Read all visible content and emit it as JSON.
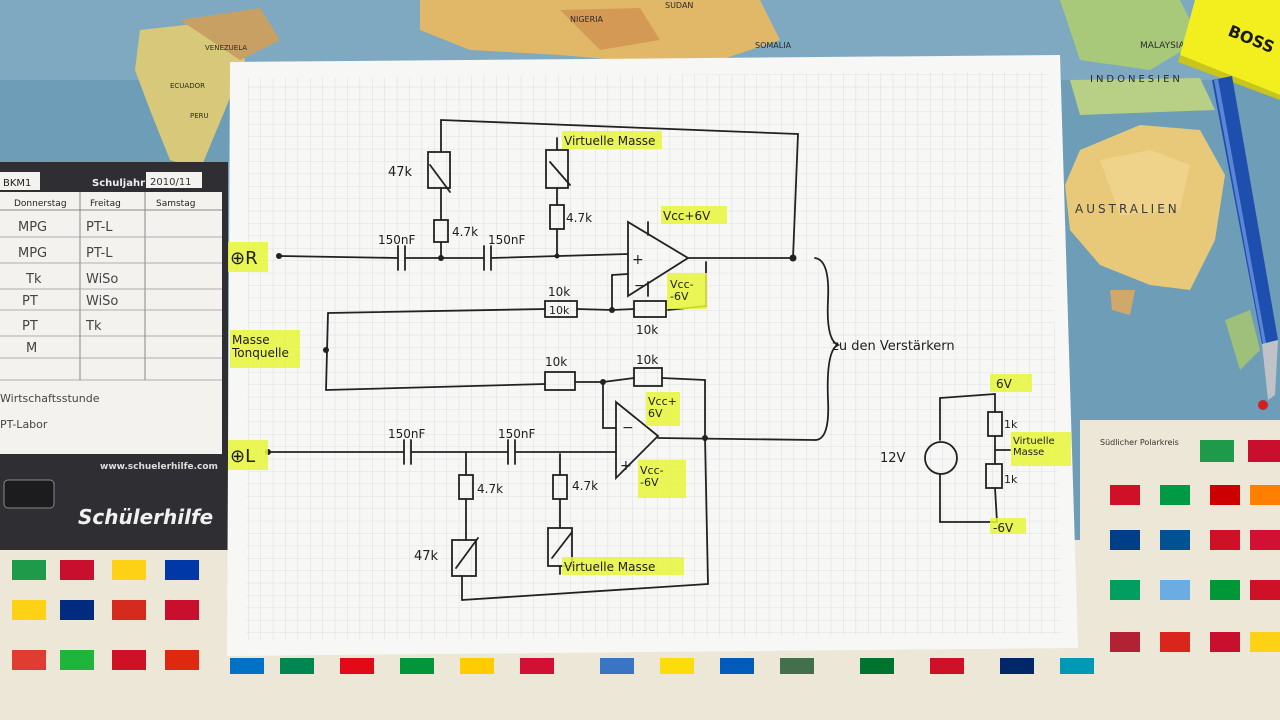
{
  "map_labels": {
    "australia": "AUSTRALIEN",
    "indonesia": "INDONESIEN",
    "malaysia": "MALAYSIA",
    "somalia": "SOMALIA",
    "venezuela": "VENEZUELA",
    "ecuador": "ECUADOR",
    "peru": "PERU",
    "nigeria": "NIGERIA",
    "sudan": "SUDAN",
    "polarkreis": "Südlicher Polarkreis"
  },
  "timetable": {
    "class": "BKM1",
    "year_label": "Schuljahr",
    "year_value": "2010/11",
    "headers": [
      "Donnerstag",
      "Freitag",
      "Samstag"
    ],
    "rows": [
      [
        "MPG",
        "PT-L",
        ""
      ],
      [
        "MPG",
        "PT-L",
        ""
      ],
      [
        "Tk",
        "WiSo",
        ""
      ],
      [
        "PT",
        "WiSo",
        ""
      ],
      [
        "PT",
        "Tk",
        ""
      ],
      [
        "M",
        "",
        ""
      ]
    ],
    "notes": [
      "Wirtschaftsstunde",
      "PT-Labor"
    ],
    "website": "www.schuelerhilfe.com",
    "brand": "Schülerhilfe"
  },
  "highlighter_brand": "BOSS",
  "schematic": {
    "input_r": "⊕R",
    "input_l": "⊕L",
    "cap_r1": "150nF",
    "cap_r2": "150nF",
    "cap_l1": "150nF",
    "cap_l2": "150nF",
    "pot_r": "47k",
    "res_r1": "4.7k",
    "res_r2": "4.7k",
    "pot_l": "47k",
    "res_l1": "4.7k",
    "res_l2": "4.7k",
    "virt_mass_top": "Virtuelle Masse",
    "virt_mass_bottom": "Virtuelle Masse",
    "vcc_pos_top": "Vcc+6V",
    "vcc_neg_top": "Vcc-\n-6V",
    "vcc_pos_bot": "Vcc+\n6V",
    "vcc_neg_bot": "Vcc-\n-6V",
    "r10k_a": "10k",
    "r10k_a_box": "10k",
    "r10k_b": "10k",
    "r10k_c": "10k",
    "r10k_d": "10k",
    "masse_tonquelle": "Masse\nTonquelle",
    "zu_verstaerkern": "zu den Verstärkern",
    "supply_12v": "12V",
    "supply_6v": "6V",
    "supply_neg6v": "-6V",
    "supply_1k_a": "1k",
    "supply_1k_b": "1k",
    "supply_virt": "Virtuelle\nMasse"
  }
}
